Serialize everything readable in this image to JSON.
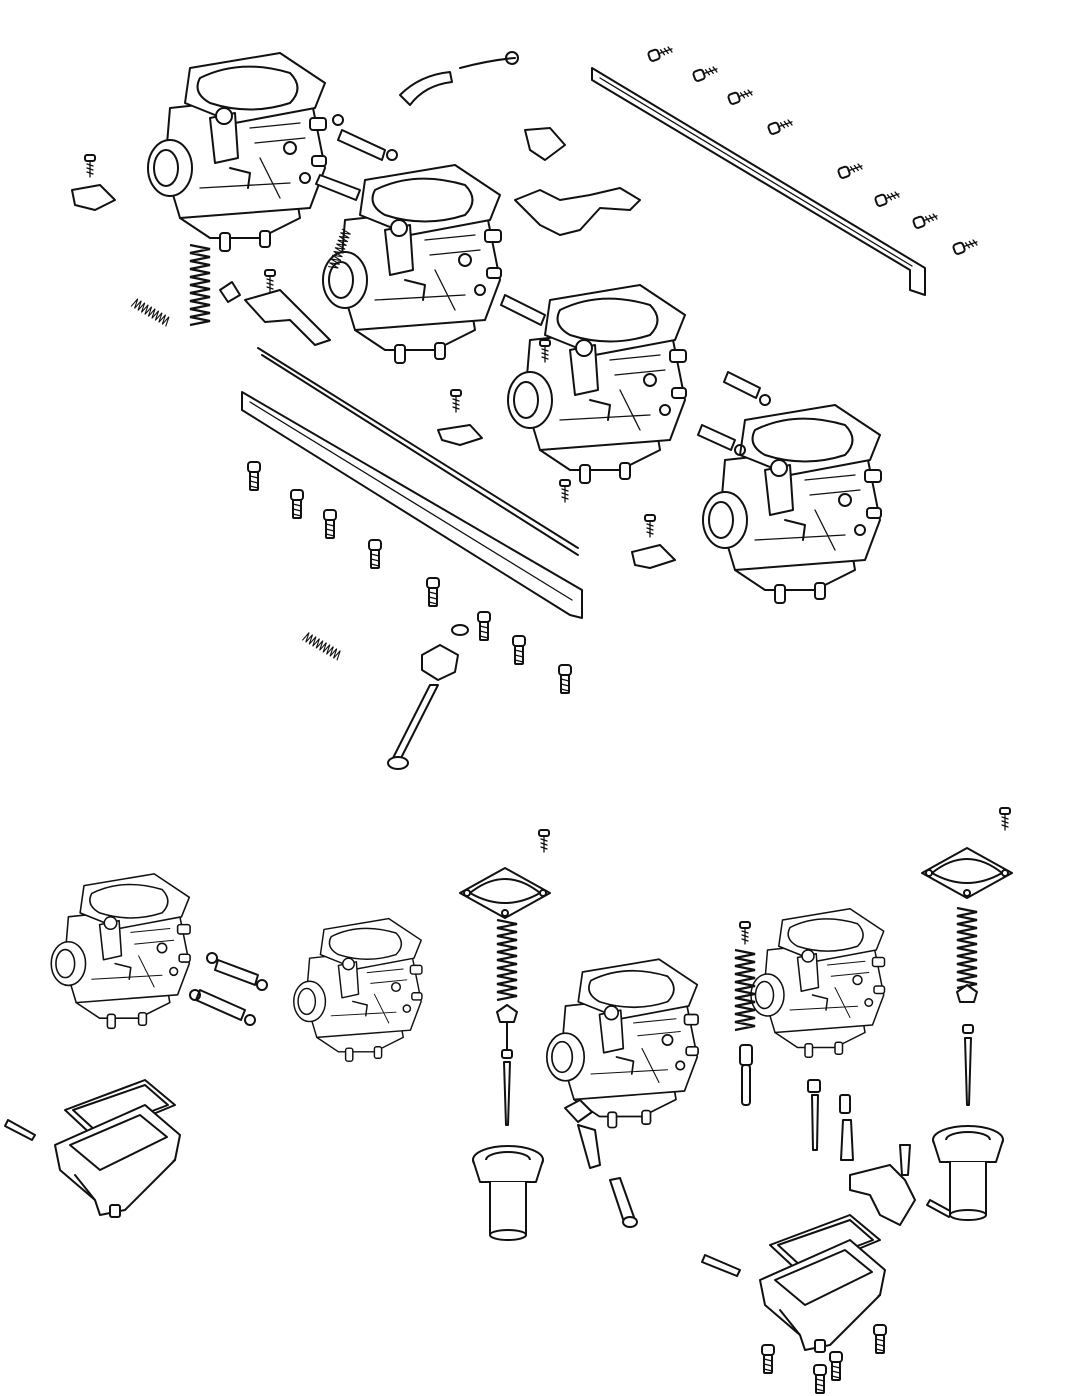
{
  "diagram": {
    "line_color": "#111111",
    "background": "#ffffff",
    "assembly": {
      "carburetors": 4,
      "parts": [
        "carburetor-body",
        "top-cover",
        "choke-plunger",
        "fuel-pipe",
        "mounting-plate",
        "mounting-screw",
        "spring",
        "throttle-link",
        "throttle-stop-screw"
      ]
    },
    "breakdown": {
      "parts": [
        "carburetor-body",
        "top-cover",
        "vacuum-spring",
        "needle-holder",
        "jet-needle",
        "vacuum-piston",
        "float-chamber",
        "gasket",
        "drain-screw",
        "float",
        "needle-jet",
        "main-jet",
        "pilot-jet",
        "pilot-screw"
      ]
    }
  }
}
